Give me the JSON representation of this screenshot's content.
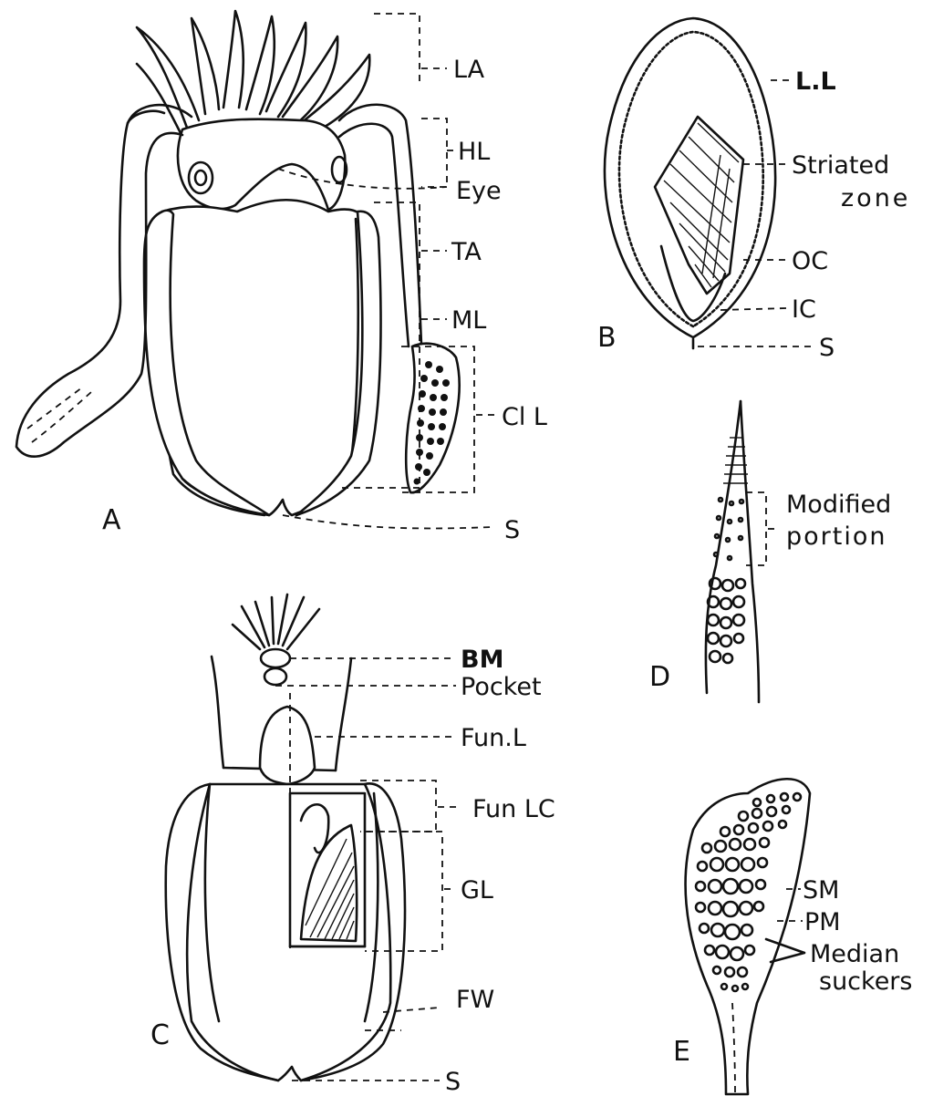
{
  "panels": {
    "A": {
      "letter": "A",
      "labels": {
        "la": "LA",
        "hl": "HL",
        "eye": "Eye",
        "ta": "TA",
        "ml": "ML",
        "cil": "Cl L",
        "s": "S"
      }
    },
    "B": {
      "letter": "B",
      "labels": {
        "ll": "L.L",
        "striated_1": "Striated",
        "striated_2": "zone",
        "oc": "OC",
        "ic": "IC",
        "s": "S"
      }
    },
    "C": {
      "letter": "C",
      "labels": {
        "bm": "BM",
        "pocket": "Pocket",
        "funl": "Fun.L",
        "funlc": "Fun LC",
        "gl": "GL",
        "fw": "FW",
        "s": "S"
      }
    },
    "D": {
      "letter": "D",
      "labels": {
        "modified_1": "Modified",
        "modified_2": "portion"
      }
    },
    "E": {
      "letter": "E",
      "labels": {
        "sm": "SM",
        "pm": "PM",
        "median_1": "Median",
        "median_2": "suckers"
      }
    }
  }
}
